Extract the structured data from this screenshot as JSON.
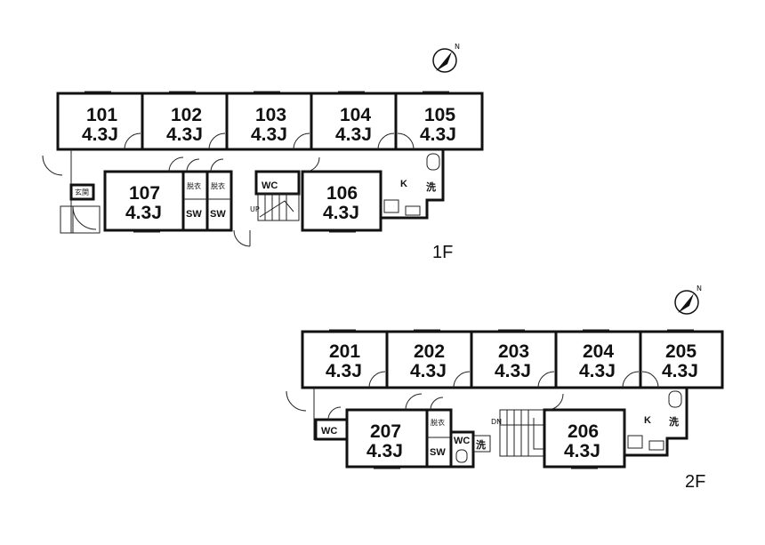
{
  "compass_label": "N",
  "floor1": {
    "label": "1F",
    "rooms": [
      {
        "number": "101",
        "size": "4.3J"
      },
      {
        "number": "102",
        "size": "4.3J"
      },
      {
        "number": "103",
        "size": "4.3J"
      },
      {
        "number": "104",
        "size": "4.3J"
      },
      {
        "number": "105",
        "size": "4.3J"
      },
      {
        "number": "107",
        "size": "4.3J"
      },
      {
        "number": "106",
        "size": "4.3J"
      }
    ],
    "entrance": "玄関",
    "dressing": [
      "脱衣",
      "脱衣"
    ],
    "shower": [
      "SW",
      "SW"
    ],
    "wc": "WC",
    "kitchen": "K",
    "laundry": "洗",
    "up": "UP"
  },
  "floor2": {
    "label": "2F",
    "rooms": [
      {
        "number": "201",
        "size": "4.3J"
      },
      {
        "number": "202",
        "size": "4.3J"
      },
      {
        "number": "203",
        "size": "4.3J"
      },
      {
        "number": "204",
        "size": "4.3J"
      },
      {
        "number": "205",
        "size": "4.3J"
      },
      {
        "number": "207",
        "size": "4.3J"
      },
      {
        "number": "206",
        "size": "4.3J"
      }
    ],
    "wc": [
      "WC",
      "WC"
    ],
    "dressing": "脱衣",
    "shower": "SW",
    "laundry": [
      "洗",
      "洗"
    ],
    "kitchen": "K",
    "down": "DN"
  }
}
